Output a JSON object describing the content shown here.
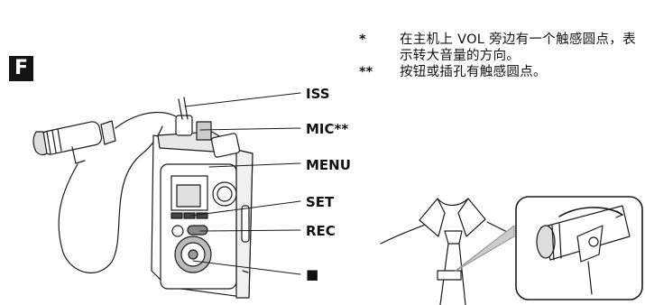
{
  "section_letter": "F",
  "callouts": {
    "iss": "ISS",
    "mic": "MIC**",
    "menu": "MENU",
    "set": "SET",
    "rec": "REC",
    "stop": "■"
  },
  "notes": [
    {
      "mark": "*",
      "text": "在主机上 VOL 旁边有一个触感圆点，表示转大音量的方向。"
    },
    {
      "mark": "**",
      "text": "按钮或插孔有触感圆点。"
    }
  ]
}
